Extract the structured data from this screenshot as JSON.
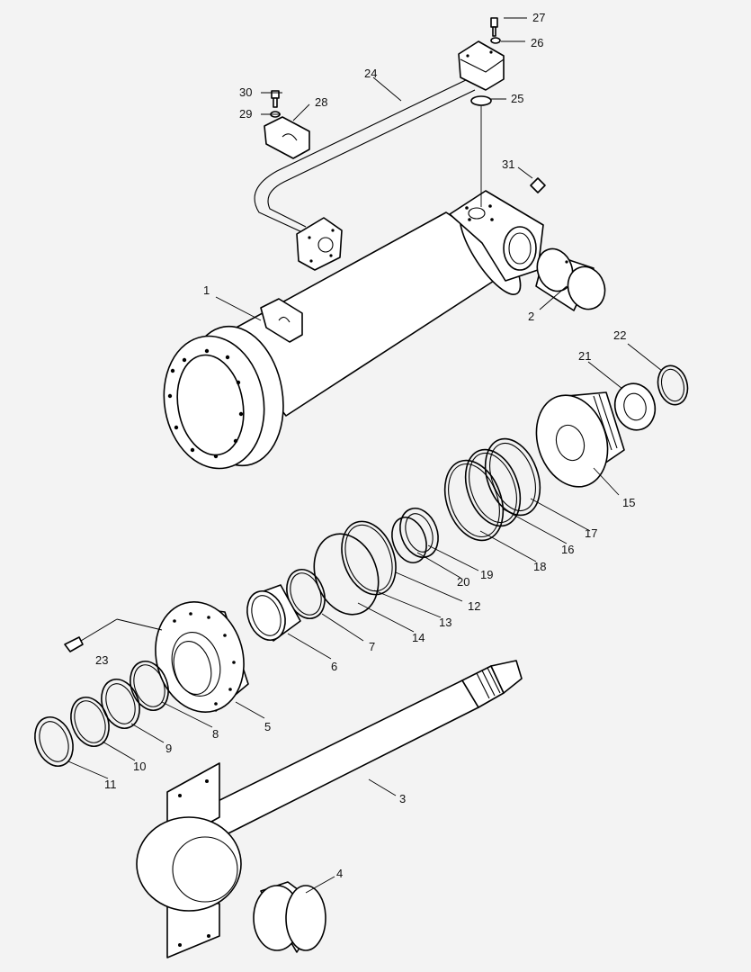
{
  "diagram": {
    "labels": {
      "p1": "1",
      "p2": "2",
      "p3": "3",
      "p4": "4",
      "p5": "5",
      "p6": "6",
      "p7": "7",
      "p8": "8",
      "p9": "9",
      "p10": "10",
      "p11": "11",
      "p12": "12",
      "p13": "13",
      "p14": "14",
      "p15": "15",
      "p16": "16",
      "p17": "17",
      "p18": "18",
      "p19": "19",
      "p20": "20",
      "p21": "21",
      "p22": "22",
      "p23": "23",
      "p24": "24",
      "p25": "25",
      "p26": "26",
      "p27": "27",
      "p28": "28",
      "p29": "29",
      "p30": "30",
      "p31": "31"
    }
  }
}
